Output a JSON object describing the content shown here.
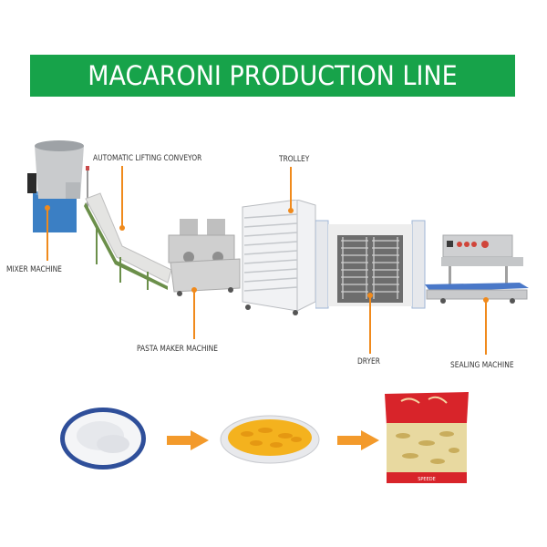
{
  "header": {
    "title": "MACARONI PRODUCTION LINE"
  },
  "machines": [
    {
      "id": "mixer",
      "label": "MIXER MACHINE"
    },
    {
      "id": "conveyor",
      "label": "AUTOMATIC LIFTING CONVEYOR"
    },
    {
      "id": "pasta_maker",
      "label": "PASTA MAKER MACHINE"
    },
    {
      "id": "trolley",
      "label": "TROLLEY"
    },
    {
      "id": "dryer",
      "label": "DRYER"
    },
    {
      "id": "sealer",
      "label": "SEALING MACHINE"
    }
  ],
  "process": {
    "steps": [
      "flour",
      "macaroni",
      "packaged-macaroni"
    ],
    "package_text": "SPEEDE"
  },
  "colors": {
    "banner": "#17a34a",
    "banner_text": "#ffffff",
    "callout": "#f08a1c",
    "label_text": "#333333"
  }
}
